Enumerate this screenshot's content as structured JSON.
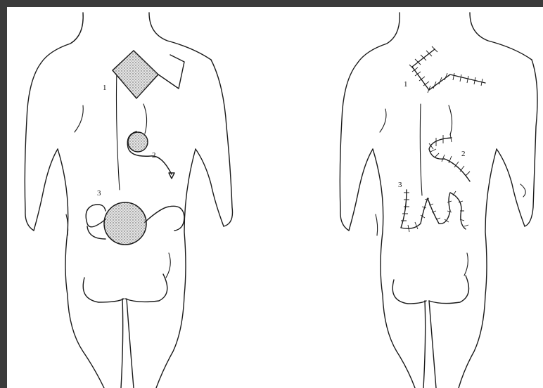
{
  "figure": {
    "left_panel": {
      "labels": [
        "1",
        "2",
        "3"
      ]
    },
    "right_panel": {
      "labels": [
        "1",
        "2",
        "3"
      ]
    }
  }
}
